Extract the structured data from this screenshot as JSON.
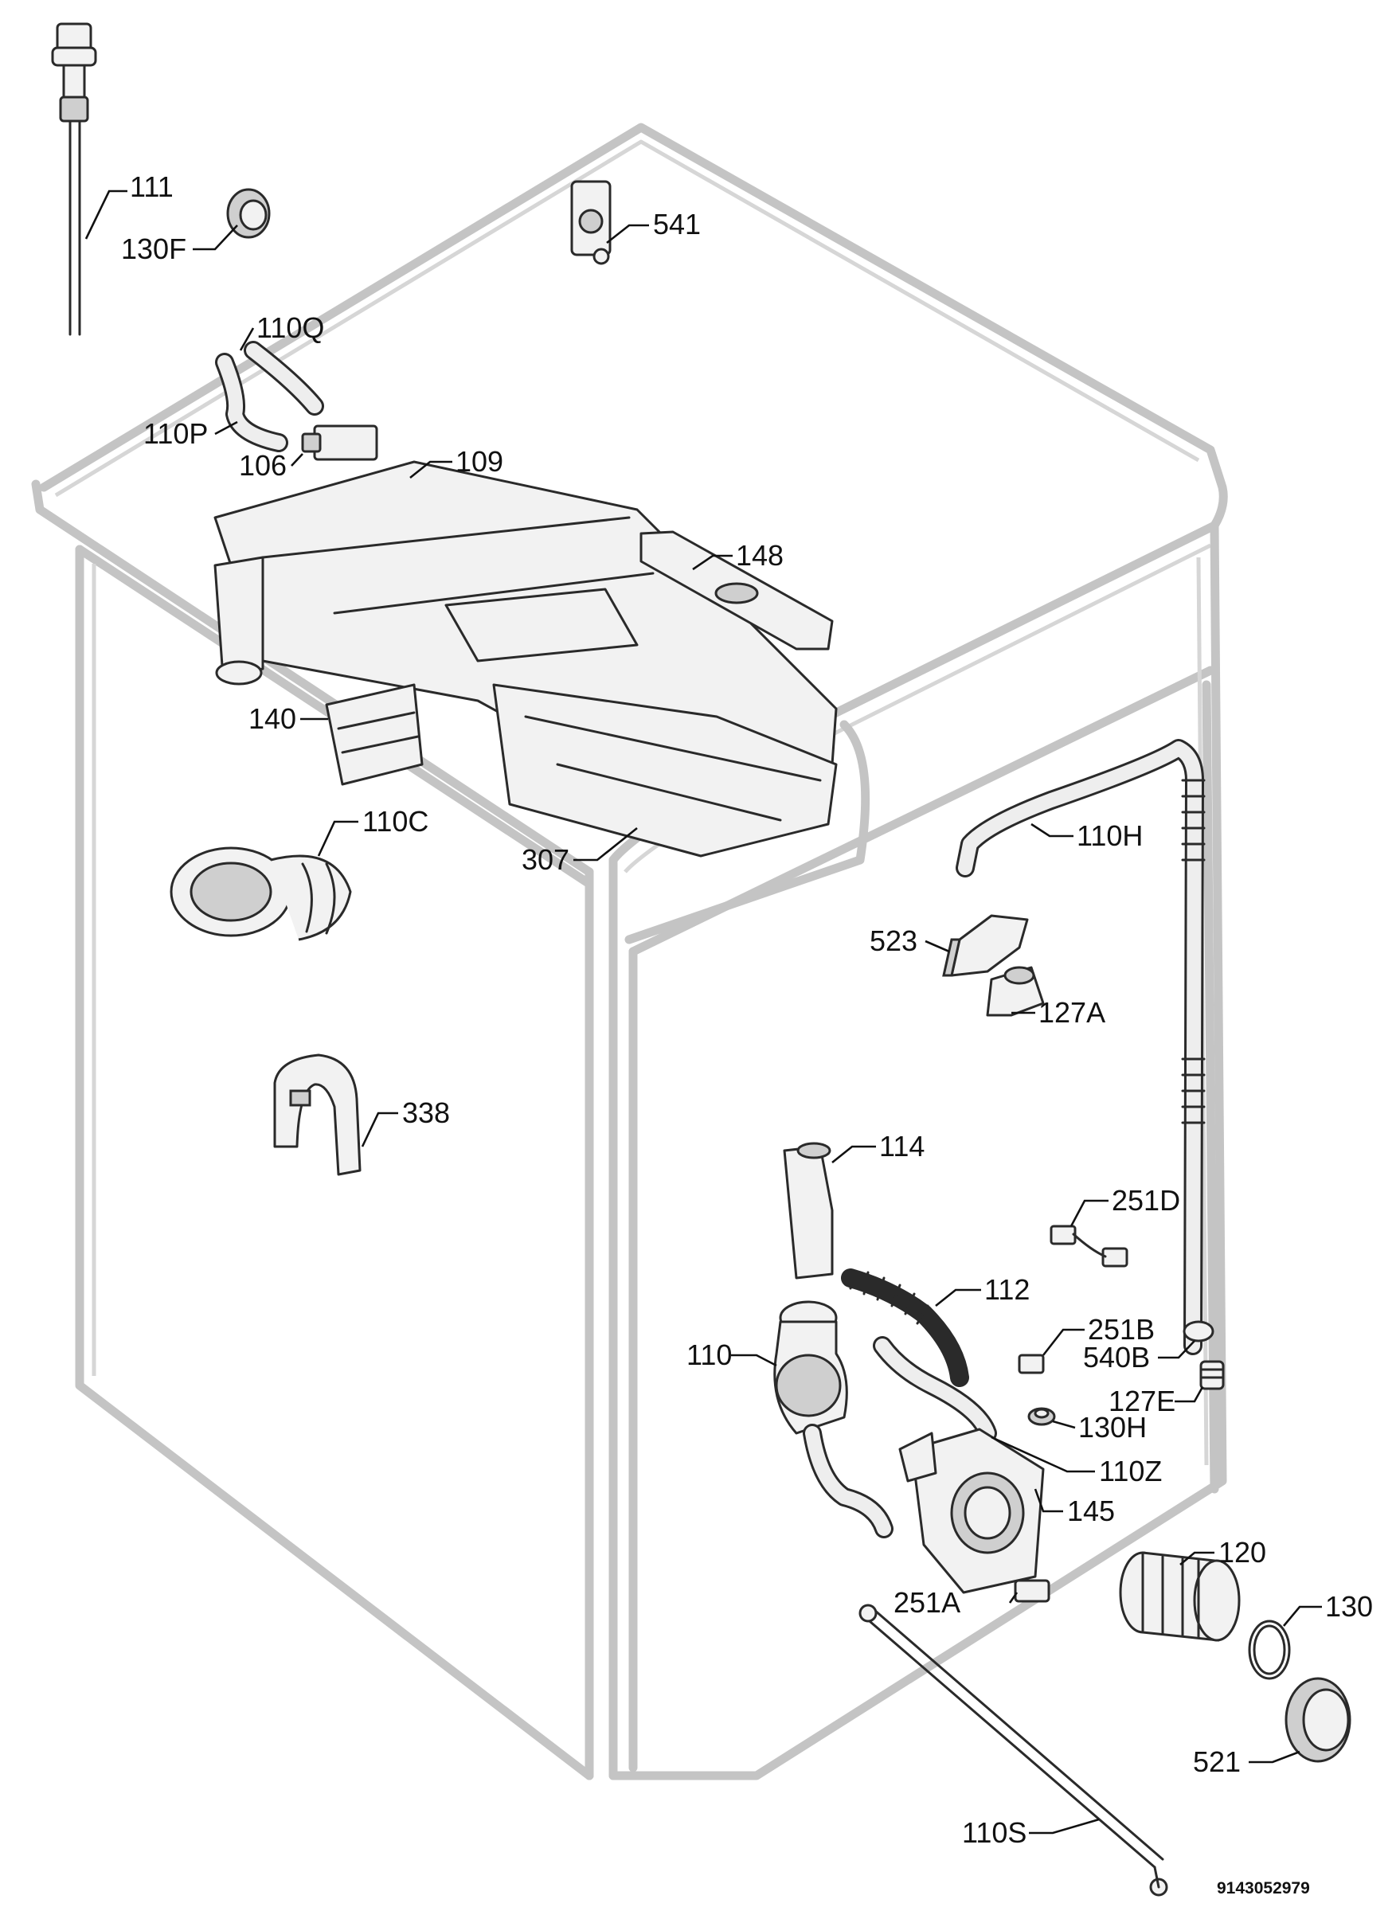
{
  "parts": [
    {
      "id": "p111",
      "label": "111"
    },
    {
      "id": "p130F",
      "label": "130F"
    },
    {
      "id": "p541",
      "label": "541"
    },
    {
      "id": "p110Q",
      "label": "110Q"
    },
    {
      "id": "p110P",
      "label": "110P"
    },
    {
      "id": "p106",
      "label": "106"
    },
    {
      "id": "p109",
      "label": "109"
    },
    {
      "id": "p148",
      "label": "148"
    },
    {
      "id": "p140",
      "label": "140"
    },
    {
      "id": "p110C",
      "label": "110C"
    },
    {
      "id": "p307",
      "label": "307"
    },
    {
      "id": "p110H",
      "label": "110H"
    },
    {
      "id": "p523",
      "label": "523"
    },
    {
      "id": "p127A",
      "label": "127A"
    },
    {
      "id": "p338",
      "label": "338"
    },
    {
      "id": "p114",
      "label": "114"
    },
    {
      "id": "p251D",
      "label": "251D"
    },
    {
      "id": "p112",
      "label": "112"
    },
    {
      "id": "p251B",
      "label": "251B"
    },
    {
      "id": "p110",
      "label": "110"
    },
    {
      "id": "p540B",
      "label": "540B"
    },
    {
      "id": "p127E",
      "label": "127E"
    },
    {
      "id": "p130H",
      "label": "130H"
    },
    {
      "id": "p110Z",
      "label": "110Z"
    },
    {
      "id": "p145",
      "label": "145"
    },
    {
      "id": "p120",
      "label": "120"
    },
    {
      "id": "p251A",
      "label": "251A"
    },
    {
      "id": "p130",
      "label": "130"
    },
    {
      "id": "p521",
      "label": "521"
    },
    {
      "id": "p110S",
      "label": "110S"
    }
  ],
  "drawing_number": "9143052979"
}
